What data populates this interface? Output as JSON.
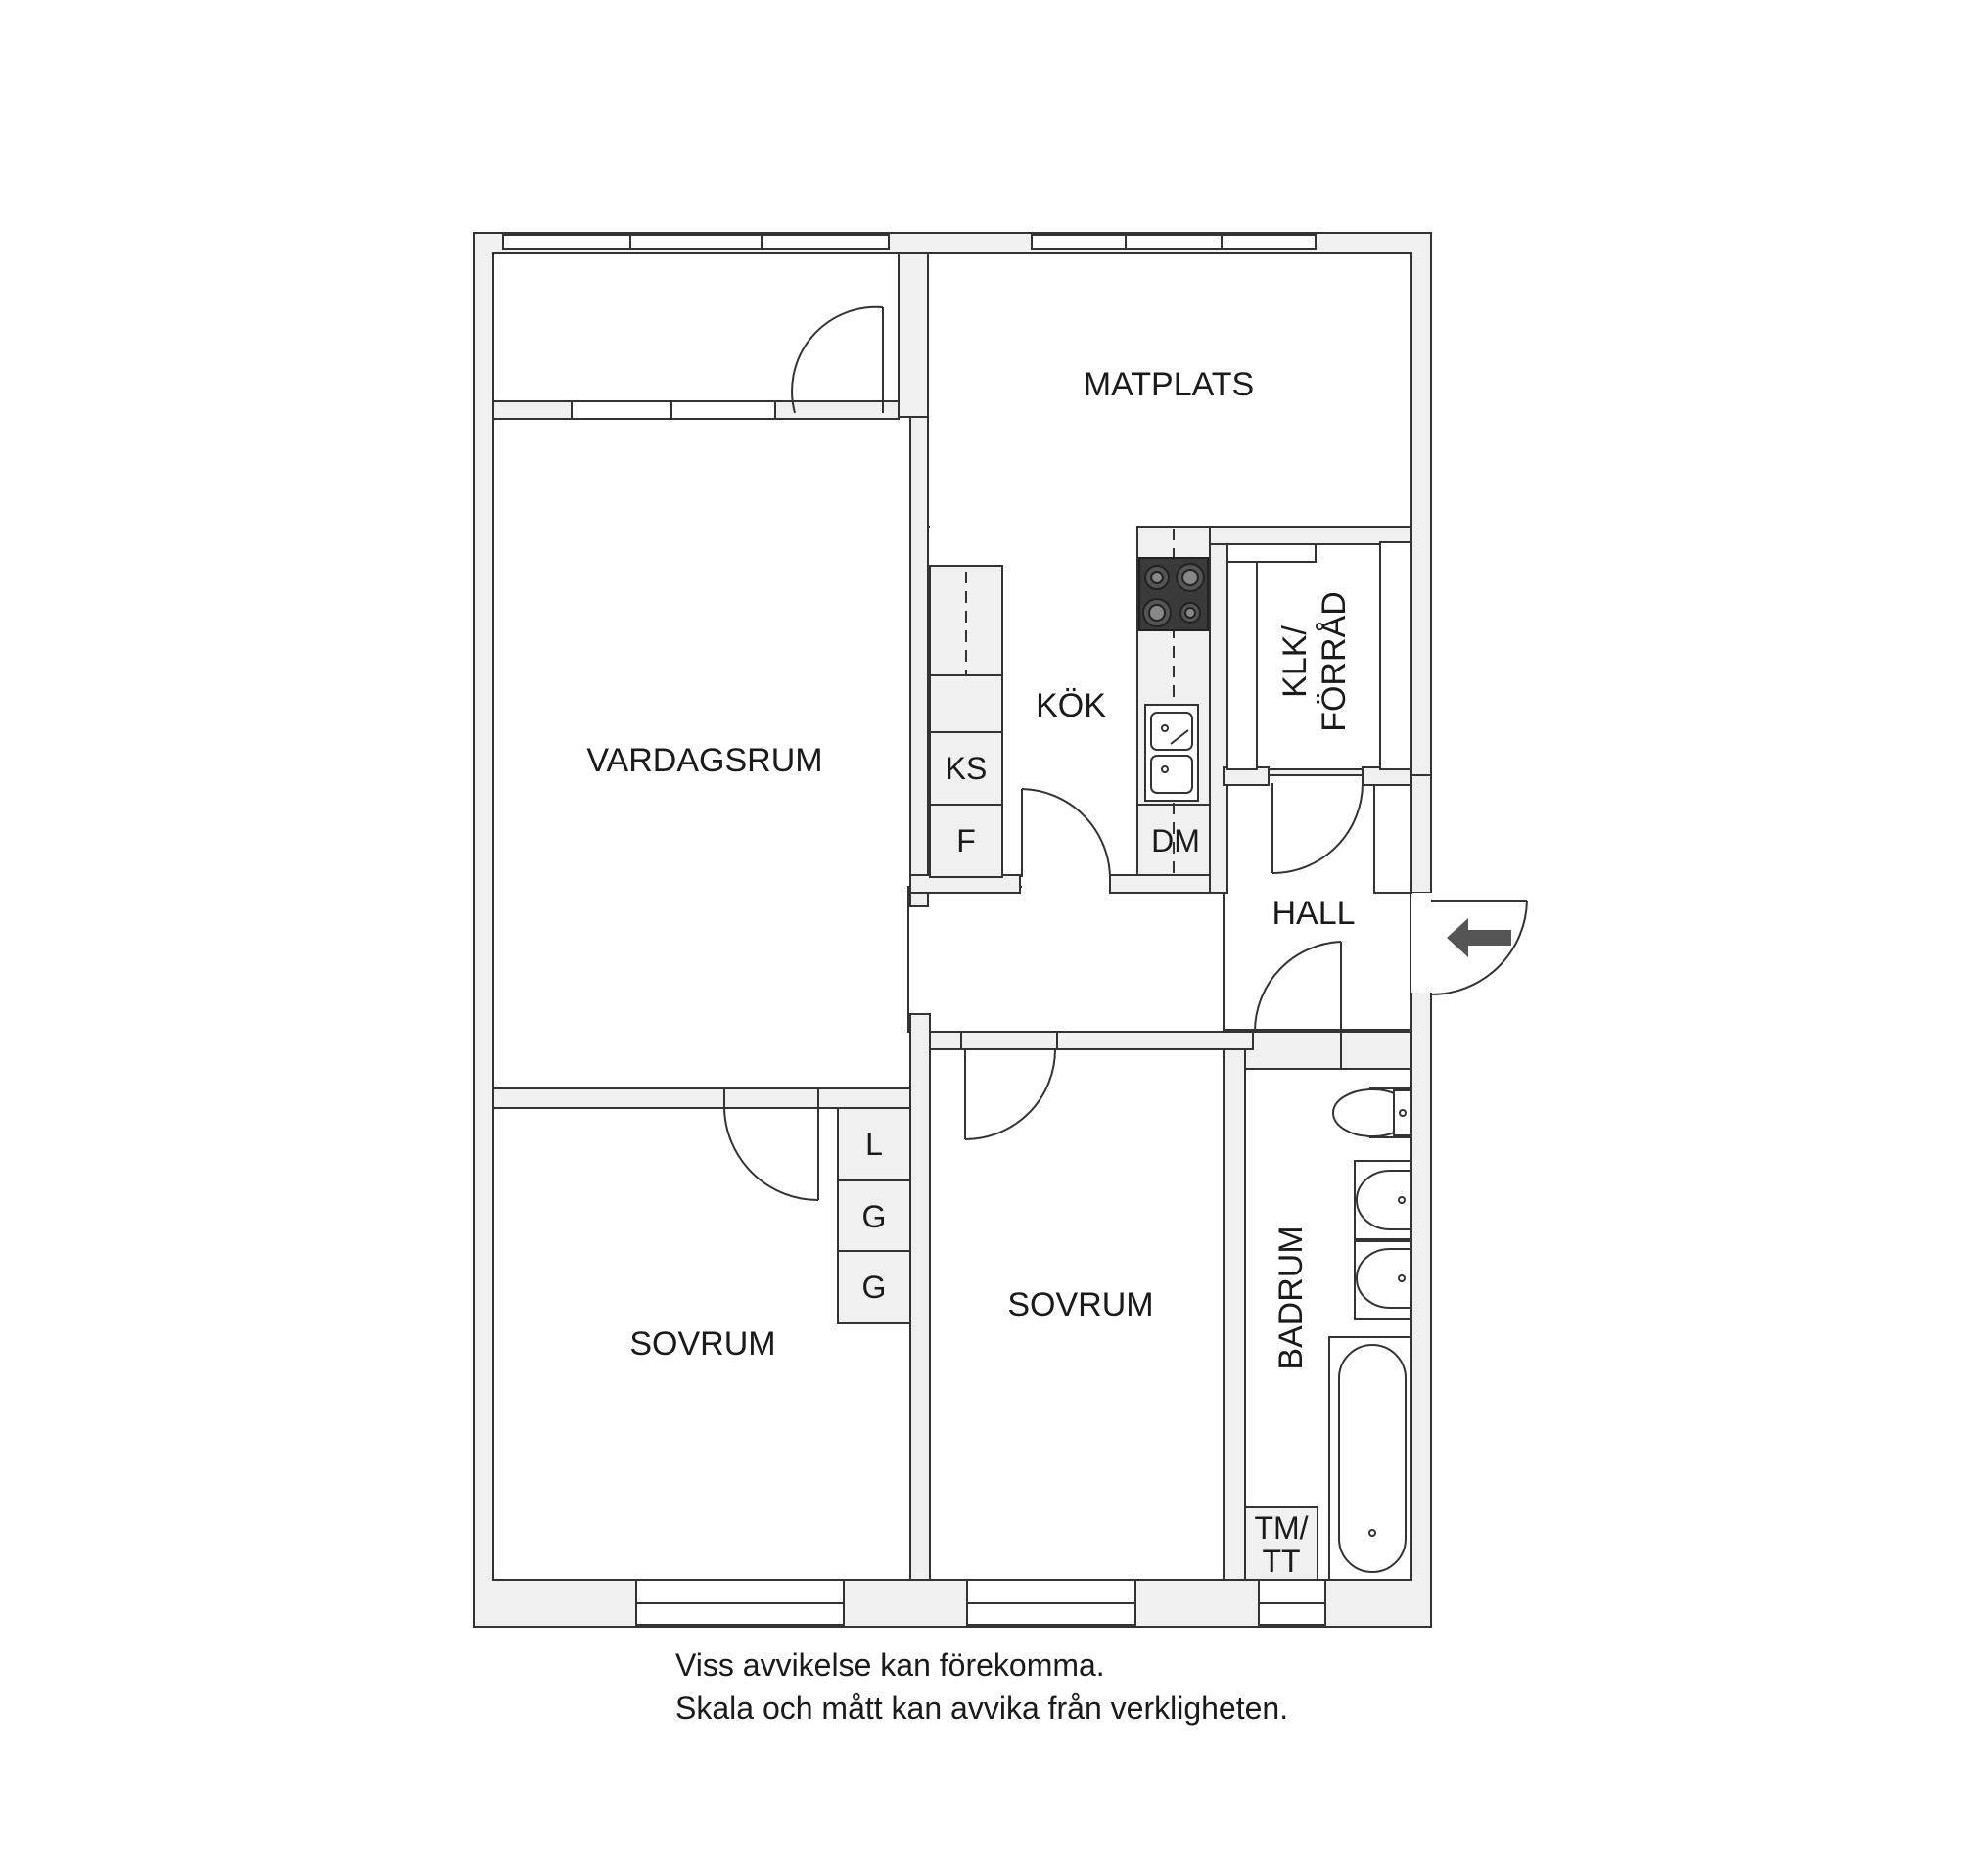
{
  "rooms": {
    "matplats": "MATPLATS",
    "kok": "KÖK",
    "vardagsrum": "VARDAGSRUM",
    "klk_line1": "KLK/",
    "klk_line2": "FÖRRÅD",
    "hall": "HALL",
    "sovrum_left": "SOVRUM",
    "sovrum_right": "SOVRUM",
    "badrum": "BADRUM"
  },
  "fixtures": {
    "ks": "KS",
    "f": "F",
    "dm": "DM",
    "l": "L",
    "g1": "G",
    "g2": "G",
    "tm_line1": "TM/",
    "tm_line2": "TT"
  },
  "icons": {
    "entrance": "entrance-arrow-icon"
  },
  "notes": {
    "line1": "Viss avvikelse kan förekomma.",
    "line2": "Skala och mått kan avvika från verkligheten."
  }
}
